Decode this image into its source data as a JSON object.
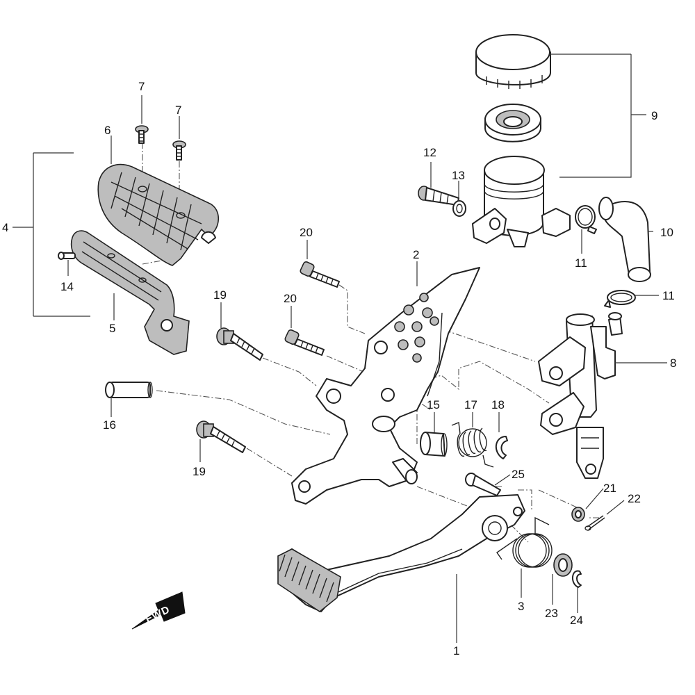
{
  "diagram": {
    "fwd_label": "FWD",
    "callouts": [
      {
        "id": "1",
        "label": "1"
      },
      {
        "id": "2",
        "label": "2"
      },
      {
        "id": "3",
        "label": "3"
      },
      {
        "id": "4",
        "label": "4"
      },
      {
        "id": "5",
        "label": "5"
      },
      {
        "id": "6",
        "label": "6"
      },
      {
        "id": "7a",
        "label": "7"
      },
      {
        "id": "7b",
        "label": "7"
      },
      {
        "id": "8",
        "label": "8"
      },
      {
        "id": "9",
        "label": "9"
      },
      {
        "id": "10",
        "label": "10"
      },
      {
        "id": "11a",
        "label": "11"
      },
      {
        "id": "11b",
        "label": "11"
      },
      {
        "id": "12",
        "label": "12"
      },
      {
        "id": "13",
        "label": "13"
      },
      {
        "id": "14",
        "label": "14"
      },
      {
        "id": "15",
        "label": "15"
      },
      {
        "id": "16",
        "label": "16"
      },
      {
        "id": "17",
        "label": "17"
      },
      {
        "id": "18",
        "label": "18"
      },
      {
        "id": "19a",
        "label": "19"
      },
      {
        "id": "19b",
        "label": "19"
      },
      {
        "id": "20a",
        "label": "20"
      },
      {
        "id": "20b",
        "label": "20"
      },
      {
        "id": "21",
        "label": "21"
      },
      {
        "id": "22",
        "label": "22"
      },
      {
        "id": "23",
        "label": "23"
      },
      {
        "id": "24",
        "label": "24"
      },
      {
        "id": "25",
        "label": "25"
      }
    ]
  }
}
